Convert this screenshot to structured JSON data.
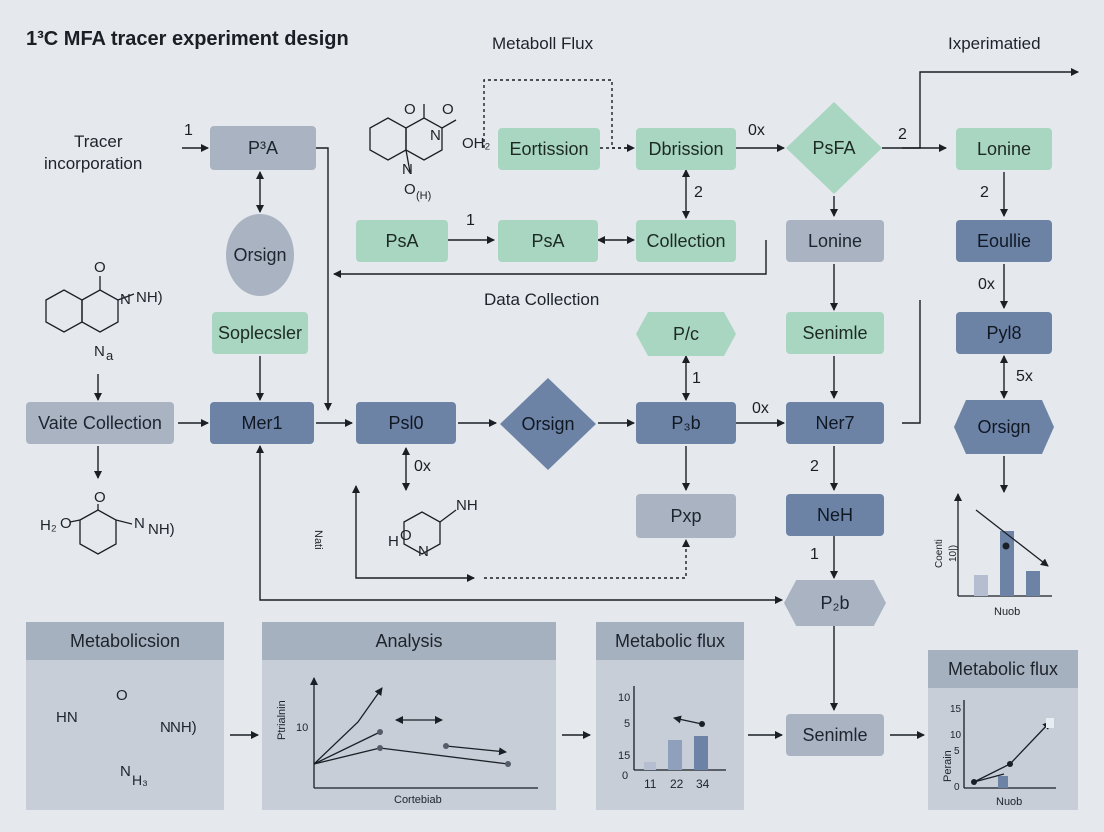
{
  "header": {
    "title": "1³C MFA tracer experiment design",
    "center_title": "Metaboll Flux",
    "right_title": "Ixperimatied"
  },
  "labels": {
    "tracer_incorporation": [
      "Tracer",
      "incorporation"
    ],
    "data_collection": "Data Collection"
  },
  "nodes": {
    "p3a": "P³A",
    "orsign_left": "Orsign",
    "soplecsler": "Soplecsler",
    "vaite_collection": "Vaite Collection",
    "mer1": "Mer1",
    "eortission": "Eortission",
    "dbrission": "Dbrission",
    "psfa": "PsFA",
    "psa_1": "PsA",
    "psa_2": "PsA",
    "collection": "Collection",
    "lonine_mid": "Lonine",
    "lonine_right": "Lonine",
    "eoullie": "Eoullie",
    "pyl8": "Pyl8",
    "orsign_right": "Orsign",
    "psl0": "Psl0",
    "orsign_center": "Orsign",
    "plc": "P/c",
    "p3b": "P₃b",
    "ner7": "Ner7",
    "pxp": "Pxp",
    "neh": "NeH",
    "p2b": "P₂b",
    "senimle_mid": "Senimle",
    "senimle_bottom": "Senimle"
  },
  "edge_labels": {
    "e1": "1",
    "e2": "0x",
    "e3": "2",
    "e4": "2",
    "e5": "1",
    "e6": "2",
    "e7": "0x",
    "e8": "5x",
    "e9": "0x",
    "e10": "1",
    "e11": "0x",
    "e12": "2",
    "e13": "1"
  },
  "molecules": {
    "m1_labels": [
      "O",
      "O",
      "N",
      "OH₂",
      "N",
      "O",
      "(H)"
    ],
    "m2_labels": [
      "O",
      "N",
      "NH)",
      "N",
      "a"
    ],
    "m3_labels": [
      "O",
      "H₂",
      "O",
      "N",
      "NH)"
    ],
    "m4_labels": [
      "NH",
      "H",
      "O",
      "N"
    ],
    "m4_side": "Nati",
    "m5_labels": [
      "O",
      "HN",
      "N",
      "NH)",
      "N",
      "H₃"
    ]
  },
  "mini_charts": {
    "right_axis": [
      "Coenti",
      "10|)",
      "Nuob"
    ],
    "analysis_axis": [
      "Ptrialnin",
      "10",
      "Cortebiab"
    ],
    "flux_ticks": [
      "10",
      "5",
      "15",
      "0"
    ],
    "flux_cats": [
      "11",
      "22",
      "34"
    ],
    "bottom_axis": [
      "Perain",
      "15",
      "10",
      "5",
      "0",
      "Nuob"
    ]
  },
  "panels": {
    "metabolicsion": "Metabolicsion",
    "analysis": "Analysis",
    "metabolic_flux": "Metabolic flux",
    "metabolic_flux_2": "Metabolic flux"
  }
}
